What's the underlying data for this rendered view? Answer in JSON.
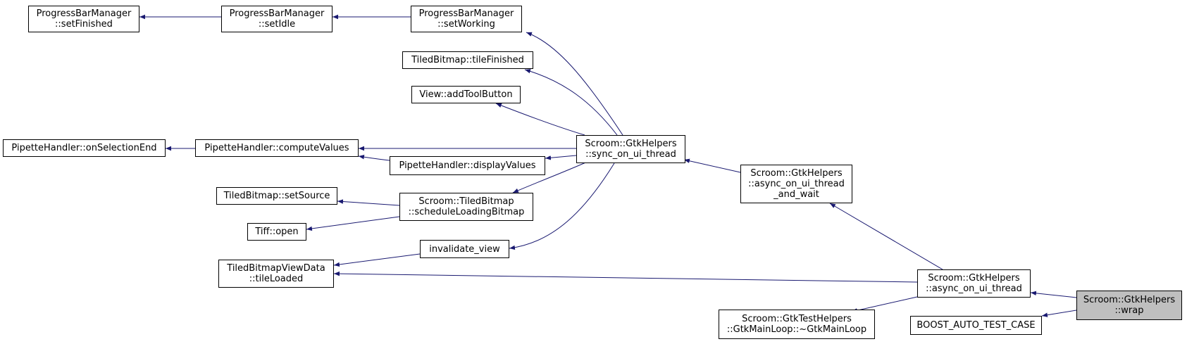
{
  "colors": {
    "edge": "#191970",
    "node_border": "#000000",
    "node_fill": "#ffffff",
    "focus_fill": "#bfbfbf"
  },
  "nodes": {
    "pbm_set_finished": {
      "lines": [
        "ProgressBarManager",
        "::setFinished"
      ]
    },
    "pbm_set_idle": {
      "lines": [
        "ProgressBarManager",
        "::setIdle"
      ]
    },
    "pbm_set_working": {
      "lines": [
        "ProgressBarManager",
        "::setWorking"
      ]
    },
    "tb_tile_finished": {
      "lines": [
        "TiledBitmap::tileFinished"
      ]
    },
    "view_add_tool_button": {
      "lines": [
        "View::addToolButton"
      ]
    },
    "ph_on_selection_end": {
      "lines": [
        "PipetteHandler::onSelectionEnd"
      ]
    },
    "ph_compute_values": {
      "lines": [
        "PipetteHandler::computeValues"
      ]
    },
    "ph_display_values": {
      "lines": [
        "PipetteHandler::displayValues"
      ]
    },
    "sync_on_ui_thread": {
      "lines": [
        "Scroom::GtkHelpers",
        "::sync_on_ui_thread"
      ]
    },
    "tb_set_source": {
      "lines": [
        "TiledBitmap::setSource"
      ]
    },
    "tb_schedule_loading": {
      "lines": [
        "Scroom::TiledBitmap",
        "::scheduleLoadingBitmap"
      ]
    },
    "tiff_open": {
      "lines": [
        "Tiff::open"
      ]
    },
    "invalidate_view": {
      "lines": [
        "invalidate_view"
      ]
    },
    "async_and_wait": {
      "lines": [
        "Scroom::GtkHelpers",
        "::async_on_ui_thread",
        "_and_wait"
      ]
    },
    "tbvd_tile_loaded": {
      "lines": [
        "TiledBitmapViewData",
        "::tileLoaded"
      ]
    },
    "async_on_ui_thread": {
      "lines": [
        "Scroom::GtkHelpers",
        "::async_on_ui_thread"
      ]
    },
    "gtk_main_loop_dtor": {
      "lines": [
        "Scroom::GtkTestHelpers",
        "::GtkMainLoop::~GtkMainLoop"
      ]
    },
    "wrap": {
      "lines": [
        "Scroom::GtkHelpers",
        "::wrap"
      ]
    },
    "boost_auto_test_case": {
      "lines": [
        "BOOST_AUTO_TEST_CASE"
      ]
    }
  }
}
